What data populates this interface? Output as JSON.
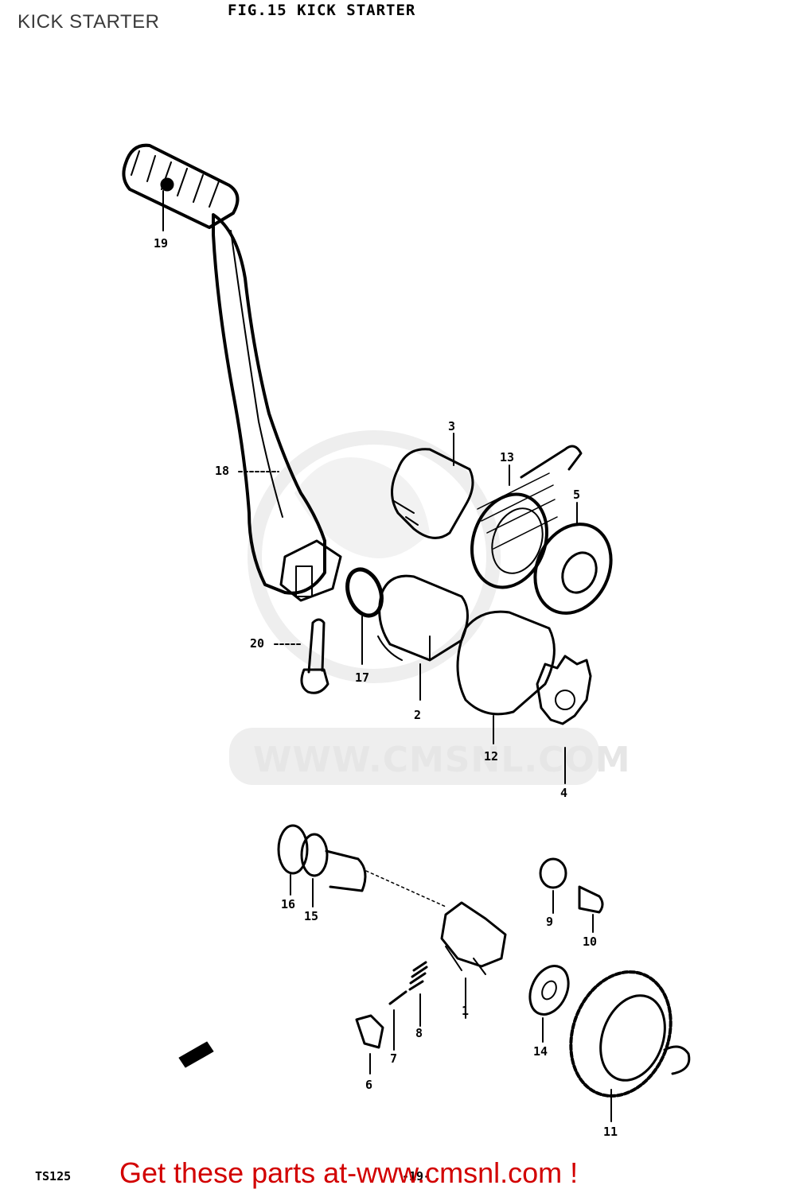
{
  "page": {
    "title": "KICK STARTER",
    "figure_title": "FIG.15  KICK STARTER",
    "model_code": "TS125",
    "page_code": "-19-",
    "cta": "Get these parts at-www.cmsnl.com !",
    "watermark": "WWW.CMSNL.COM"
  },
  "callouts": [
    {
      "id": "1",
      "label": "1"
    },
    {
      "id": "2",
      "label": "2"
    },
    {
      "id": "3",
      "label": "3"
    },
    {
      "id": "4",
      "label": "4"
    },
    {
      "id": "5",
      "label": "5"
    },
    {
      "id": "6",
      "label": "6"
    },
    {
      "id": "7",
      "label": "7"
    },
    {
      "id": "8",
      "label": "8"
    },
    {
      "id": "9",
      "label": "9"
    },
    {
      "id": "10",
      "label": "10"
    },
    {
      "id": "11",
      "label": "11"
    },
    {
      "id": "12",
      "label": "12"
    },
    {
      "id": "13",
      "label": "13"
    },
    {
      "id": "14",
      "label": "14"
    },
    {
      "id": "15",
      "label": "15"
    },
    {
      "id": "16",
      "label": "16"
    },
    {
      "id": "17",
      "label": "17"
    },
    {
      "id": "18",
      "label": "18"
    },
    {
      "id": "19",
      "label": "19"
    },
    {
      "id": "20",
      "label": "20"
    }
  ],
  "colors": {
    "ink": "#000000",
    "cta": "#d20000",
    "watermark": "#e6e6e6"
  }
}
